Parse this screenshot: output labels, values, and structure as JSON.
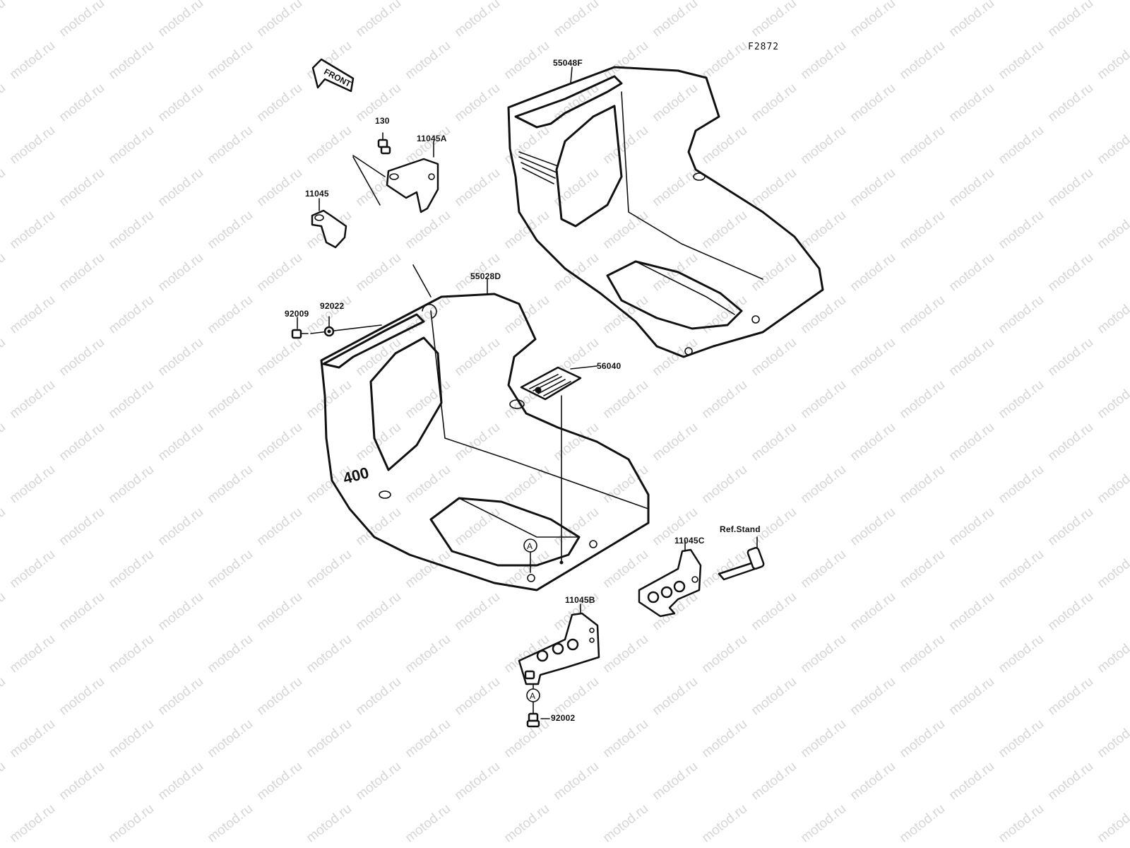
{
  "figure": {
    "id": "F2872",
    "front_arrow_text": "FRONT",
    "watermark_text": "motod.ru",
    "body_mark_text": "400",
    "ref_marker": "A"
  },
  "labels": {
    "upper_cover": "55048F",
    "lower_cover": "55028D",
    "bolt_130": "130",
    "bracket_11045A": "11045A",
    "bracket_11045": "11045",
    "bolt_92009": "92009",
    "washer_92022": "92022",
    "decal_56040": "56040",
    "bracket_11045C": "11045C",
    "ref_stand": "Ref.Stand",
    "bracket_11045B": "11045B",
    "bolt_92002": "92002"
  }
}
